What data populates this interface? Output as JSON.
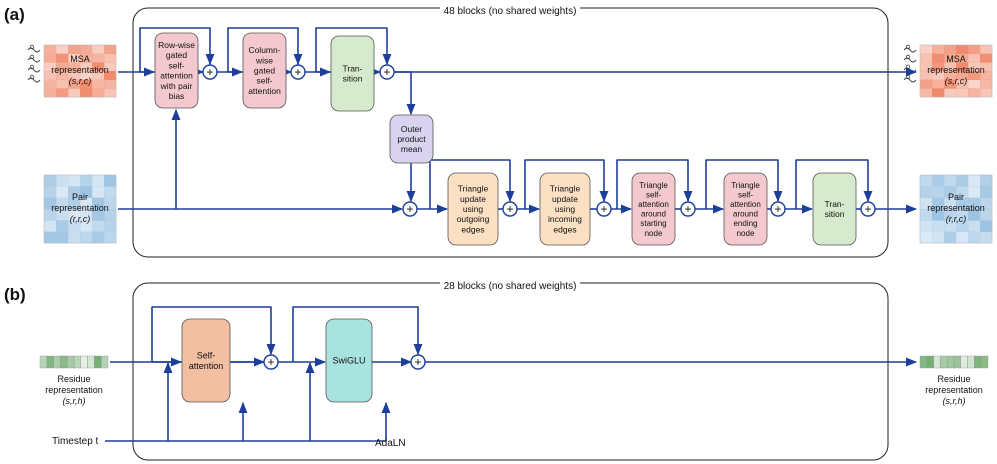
{
  "panel_a": {
    "label": "(a)",
    "frame_title": "48 blocks (no shared weights)",
    "msa_input": [
      "MSA",
      "representation",
      "(s,r,c)"
    ],
    "msa_output": [
      "MSA",
      "representation",
      "(s,r,c)"
    ],
    "pair_input": [
      "Pair",
      "representation",
      "(r,r,c)"
    ],
    "pair_output": [
      "Pair",
      "representation",
      "(r,r,c)"
    ],
    "blocks": {
      "row_attention": [
        "Row-wise",
        "gated",
        "self-",
        "attention",
        "with pair",
        "bias"
      ],
      "column_attention": [
        "Column-",
        "wise",
        "gated",
        "self-",
        "attention"
      ],
      "msa_transition": [
        "Tran-",
        "sition"
      ],
      "outer_product_mean": [
        "Outer",
        "product",
        "mean"
      ],
      "tri_update_outgoing": [
        "Triangle",
        "update",
        "using",
        "outgoing",
        "edges"
      ],
      "tri_update_incoming": [
        "Triangle",
        "update",
        "using",
        "incoming",
        "edges"
      ],
      "tri_attention_starting": [
        "Triangle",
        "self-",
        "attention",
        "around",
        "starting",
        "node"
      ],
      "tri_attention_ending": [
        "Triangle",
        "self-",
        "attention",
        "around",
        "ending",
        "node"
      ],
      "pair_transition": [
        "Tran-",
        "sition"
      ]
    }
  },
  "panel_b": {
    "label": "(b)",
    "frame_title": "28 blocks (no shared weights)",
    "residue_input": [
      "Residue",
      "representation",
      "(s,r,h)"
    ],
    "residue_output": [
      "Residue",
      "representation",
      "(s,r,h)"
    ],
    "blocks": {
      "self_attention": [
        "Self-",
        "attention"
      ],
      "swiglu": [
        "SwiGLU"
      ]
    },
    "timestep_label": "Timestep t",
    "adaln_label": "AdaLN"
  },
  "plus_symbol": "+",
  "colors": {
    "arrow": "#1d3f99",
    "row_attention": "#f3c9cf",
    "column_attention": "#f3c9cf",
    "transition": "#d6ebcd",
    "outer_product_mean": "#d9d3ef",
    "triangle_update": "#fbe0c4",
    "triangle_attention": "#f3c9cf",
    "self_attention": "#f2bfa3",
    "swiglu": "#a9e3df",
    "msa_heatmap": "#f08a6c",
    "pair_heatmap": "#9cc3e2"
  }
}
